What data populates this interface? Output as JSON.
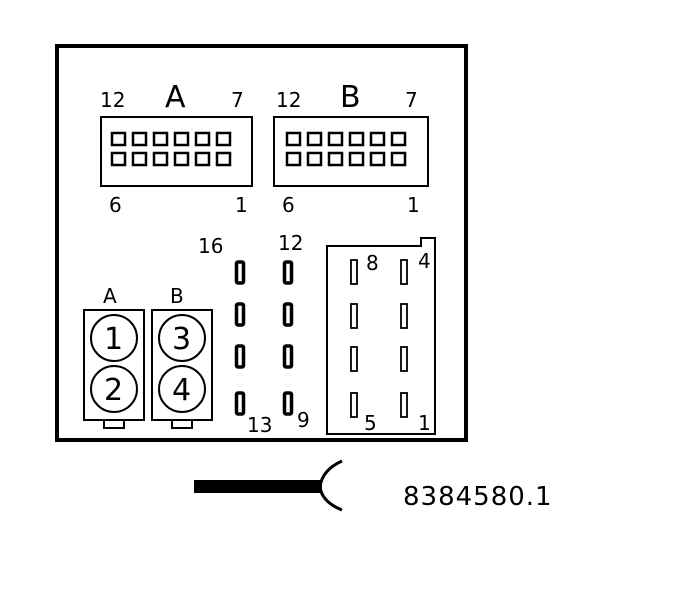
{
  "connector_a": {
    "title": "A",
    "pin_top_left": "12",
    "pin_top_right": "7",
    "pin_bottom_left": "6",
    "pin_bottom_right": "1"
  },
  "connector_b": {
    "title": "B",
    "pin_top_left": "12",
    "pin_top_right": "7",
    "pin_bottom_left": "6",
    "pin_bottom_right": "1"
  },
  "flat_pins": {
    "col1_top": "16",
    "col1_bottom": "13",
    "col2_top": "12",
    "col2_bottom": "9"
  },
  "large_block": {
    "pin_top_left": "8",
    "pin_top_right": "4",
    "pin_bottom_left": "5",
    "pin_bottom_right": "1"
  },
  "round_a": {
    "label": "A",
    "pin_upper": "1",
    "pin_lower": "2"
  },
  "round_b": {
    "label": "B",
    "pin_upper": "3",
    "pin_lower": "4"
  },
  "reference_number": "8384580.1"
}
